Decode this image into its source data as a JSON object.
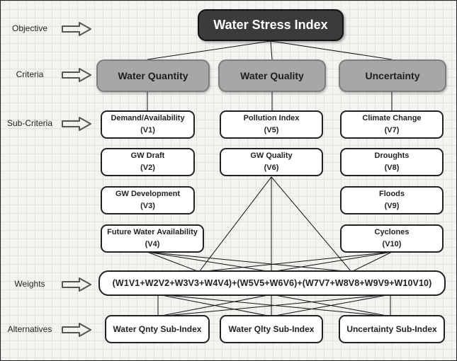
{
  "row_labels": {
    "objective": "Objective",
    "criteria": "Criteria",
    "sub_criteria": "Sub-Criteria",
    "weights": "Weights",
    "alternatives": "Alternatives"
  },
  "objective": {
    "label": "Water Stress Index"
  },
  "criteria": [
    {
      "label": "Water Quantity"
    },
    {
      "label": "Water Quality"
    },
    {
      "label": "Uncertainty"
    }
  ],
  "sub_criteria": {
    "quantity": [
      {
        "name": "Demand/Availability",
        "code": "(V1)"
      },
      {
        "name": "GW Draft",
        "code": "(V2)"
      },
      {
        "name": "GW Development",
        "code": "(V3)"
      },
      {
        "name": "Future Water Availability",
        "code": "(V4)"
      }
    ],
    "quality": [
      {
        "name": "Pollution Index",
        "code": "(V5)"
      },
      {
        "name": "GW Quality",
        "code": "(V6)"
      }
    ],
    "uncertainty": [
      {
        "name": "Climate Change",
        "code": "(V7)"
      },
      {
        "name": "Droughts",
        "code": "(V8)"
      },
      {
        "name": "Floods",
        "code": "(V9)"
      },
      {
        "name": "Cyclones",
        "code": "(V10)"
      }
    ]
  },
  "weights": {
    "formula": "(W1V1+W2V2+W3V3+W4V4)+(W5V5+W6V6)+(W7V7+W8V8+W9V9+W10V10)"
  },
  "alternatives": [
    {
      "label": "Water Qnty Sub-Index"
    },
    {
      "label": "Water Qlty Sub-Index"
    },
    {
      "label": "Uncertainty Sub-Index"
    }
  ],
  "colors": {
    "objective_fill": "#3b3b3b",
    "criteria_fill": "#a7a7a7",
    "box_border": "#222222",
    "arrow_stroke": "#555555"
  }
}
